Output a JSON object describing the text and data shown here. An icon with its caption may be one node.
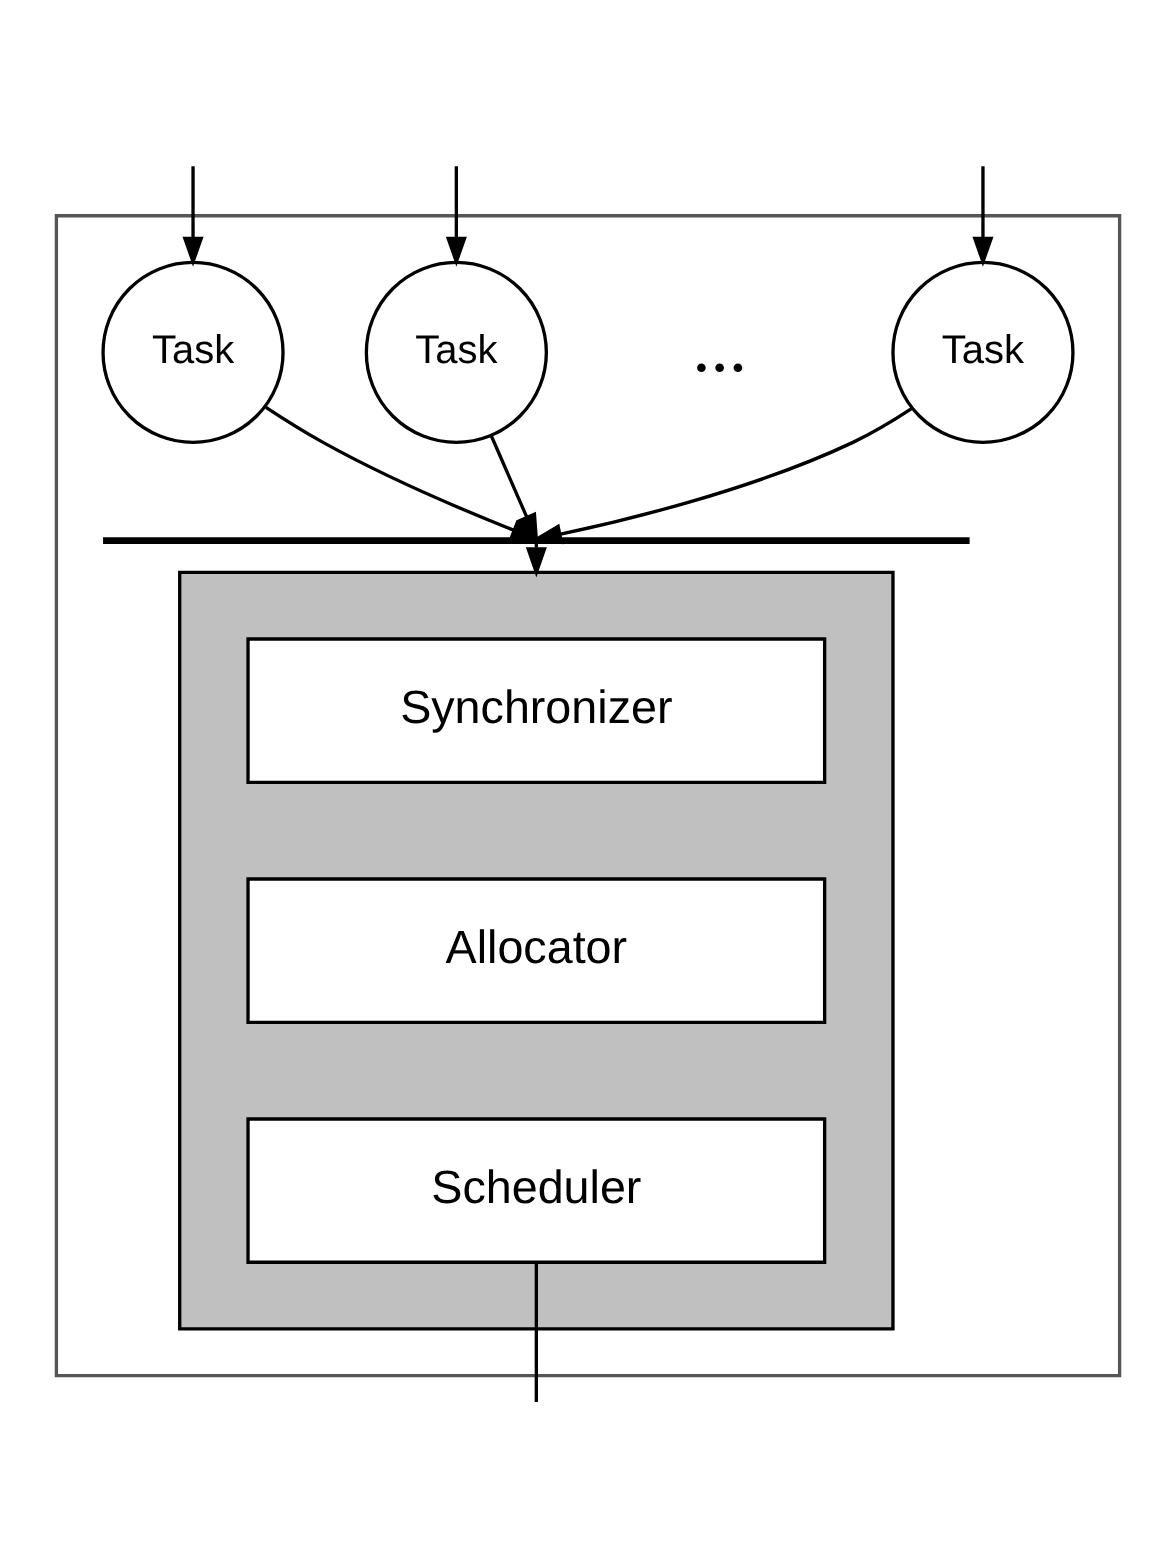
{
  "diagram": {
    "nodes": [
      {
        "text": [],
        "shape": "box"
      },
      {
        "text": [
          "Task"
        ],
        "in": 0
      },
      {
        "text": [
          "Task"
        ],
        "in": 0
      },
      {
        "text": [
          "Task"
        ],
        "in": 0
      },
      {
        "text": [],
        "shape": "bar",
        "in": 0
      },
      {
        "text": [],
        "shape": "box",
        "in": 0
      },
      {
        "text": [
          "Synchronizer"
        ],
        "in": 5
      },
      {
        "text": [
          "Allocator"
        ],
        "in": 5
      },
      {
        "text": [
          "Scheduler"
        ],
        "in": 5
      }
    ],
    "edges": [
      {
        "from": null,
        "to": 1,
        "arrow": "to"
      },
      {
        "from": null,
        "to": 2,
        "arrow": "to"
      },
      {
        "from": null,
        "to": 3,
        "arrow": "to"
      },
      {
        "from": 1,
        "to": 4,
        "arrow": "to"
      },
      {
        "from": 2,
        "to": 4,
        "arrow": "to"
      },
      {
        "from": 3,
        "to": 4,
        "arrow": "to"
      },
      {
        "from": 4,
        "to": 5,
        "arrow": "to"
      },
      {
        "from": 8,
        "to": null,
        "arrow": "none"
      }
    ],
    "labels": [
      "..."
    ]
  }
}
